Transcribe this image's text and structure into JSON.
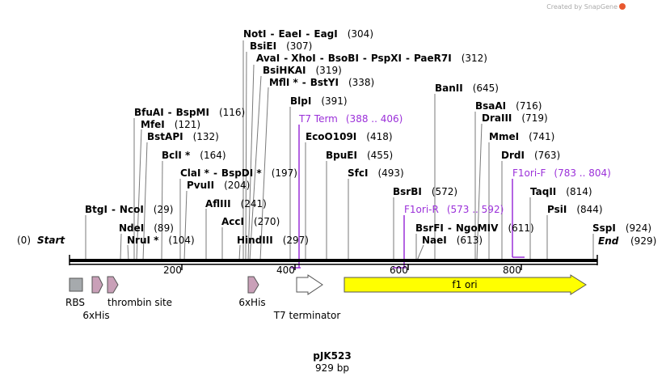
{
  "watermark": "Created by SnapGene",
  "plasmid": {
    "name": "pJK523",
    "length_label": "929 bp",
    "total_bp": 929
  },
  "ruler": {
    "ticks": [
      "200",
      "400",
      "600",
      "800"
    ]
  },
  "ends": {
    "start_pos": "(0)",
    "start": "Start",
    "end": "End",
    "end_pos": "(929)"
  },
  "sites": [
    {
      "name": "NotI",
      "sep1": "-",
      "name2": "EaeI",
      "sep2": "-",
      "name3": "EagI",
      "pos": "(304)"
    },
    {
      "name": "BsiEI",
      "pos": "(307)"
    },
    {
      "name": "AvaI",
      "sep1": "-",
      "name2": "XhoI",
      "sep2": "-",
      "name3": "BsoBI",
      "sep3": "-",
      "name4": "PspXI",
      "sep4": "-",
      "name5": "PaeR7I",
      "pos": "(312)"
    },
    {
      "name": "BsiHKAI",
      "pos": "(319)"
    },
    {
      "name": "MflI *",
      "sep1": "-",
      "name2": "BstYI",
      "pos": "(338)"
    },
    {
      "name": "BlpI",
      "pos": "(391)"
    },
    {
      "name": "BfuAI",
      "sep1": "-",
      "name2": "BspMI",
      "pos": "(116)"
    },
    {
      "name": "MfeI",
      "pos": "(121)"
    },
    {
      "name": "BstAPI",
      "pos": "(132)"
    },
    {
      "name": "BclI *",
      "pos": "(164)"
    },
    {
      "name": "ClaI *",
      "sep1": "-",
      "name2": "BspDI *",
      "pos": "(197)"
    },
    {
      "name": "PvuII",
      "pos": "(204)"
    },
    {
      "name": "AflIII",
      "pos": "(241)"
    },
    {
      "name": "AccI",
      "pos": "(270)"
    },
    {
      "name": "HindIII",
      "pos": "(297)"
    },
    {
      "name": "BtgI",
      "sep1": "-",
      "name2": "NcoI",
      "pos": "(29)"
    },
    {
      "name": "NdeI",
      "pos": "(89)"
    },
    {
      "name": "NruI *",
      "pos": "(104)"
    },
    {
      "name": "EcoO109I",
      "pos": "(418)"
    },
    {
      "name": "BpuEI",
      "pos": "(455)"
    },
    {
      "name": "SfcI",
      "pos": "(493)"
    },
    {
      "name": "BsrBI",
      "pos": "(572)"
    },
    {
      "name": "BsrFI",
      "sep1": "-",
      "name2": "NgoMIV",
      "pos": "(611)"
    },
    {
      "name": "NaeI",
      "pos": "(613)"
    },
    {
      "name": "BanII",
      "pos": "(645)"
    },
    {
      "name": "BsaAI",
      "pos": "(716)"
    },
    {
      "name": "DraIII",
      "pos": "(719)"
    },
    {
      "name": "MmeI",
      "pos": "(741)"
    },
    {
      "name": "DrdI",
      "pos": "(763)"
    },
    {
      "name": "TaqII",
      "pos": "(814)"
    },
    {
      "name": "PsiI",
      "pos": "(844)"
    },
    {
      "name": "SspI",
      "pos": "(924)"
    }
  ],
  "primers": [
    {
      "name": "T7 Term",
      "range": "(388 .. 406)"
    },
    {
      "name": "F1ori-R",
      "range": "(573 .. 592)"
    },
    {
      "name": "F1ori-F",
      "range": "(783 .. 804)"
    }
  ],
  "features": [
    {
      "name": "RBS",
      "color": "#a6aaad"
    },
    {
      "name": "6xHis",
      "color": "#c9a0b8"
    },
    {
      "name": "thrombin site",
      "color": "#c9a0b8"
    },
    {
      "name": "6xHis",
      "color": "#c9a0b8"
    },
    {
      "name": "T7 terminator",
      "color": "#ffffff"
    },
    {
      "name": "f1 ori",
      "color": "#ffff00"
    }
  ],
  "colors": {
    "primer": "#9b30d9",
    "backbone": "#000000",
    "accent_logo": "#e8572e"
  }
}
